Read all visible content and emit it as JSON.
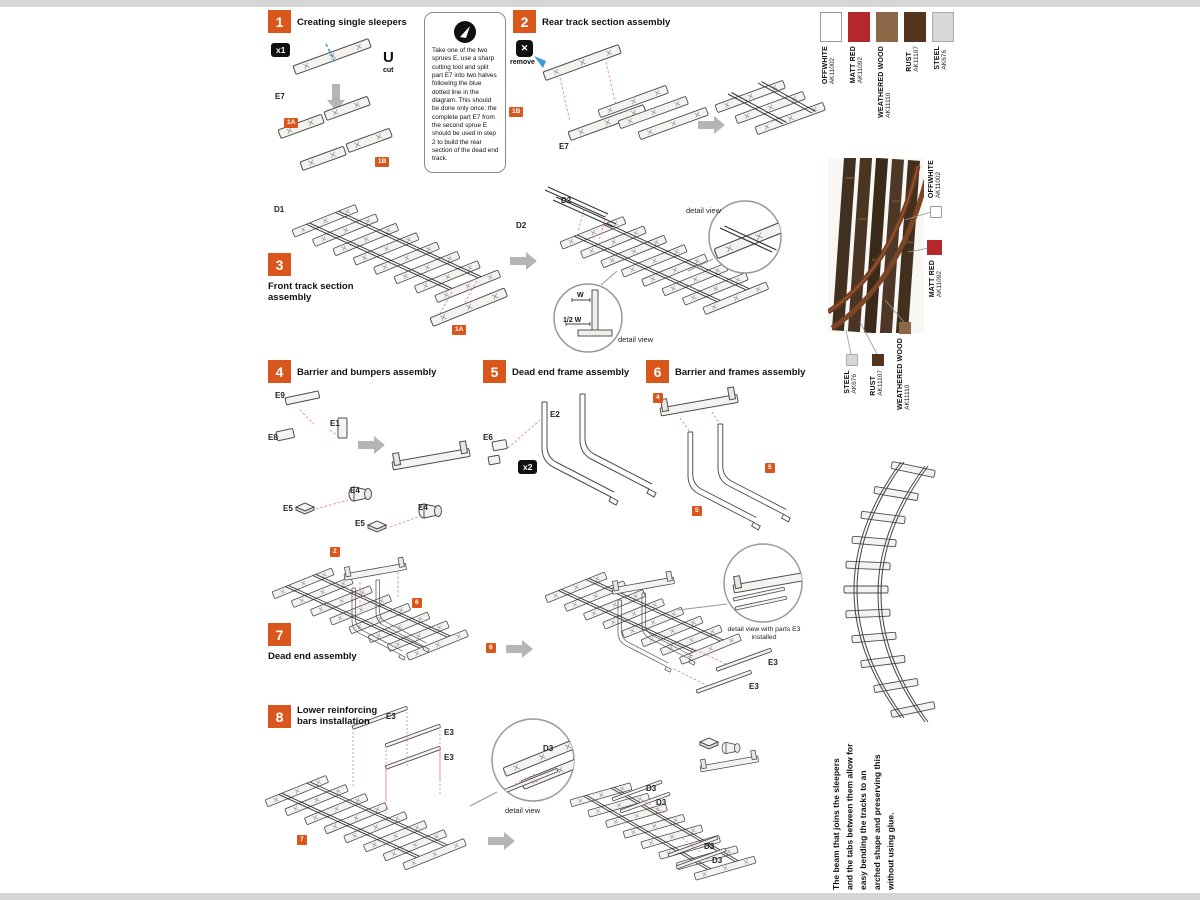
{
  "meta": {
    "accent": "#d9571d",
    "page_bg": "#ffffff"
  },
  "steps": [
    {
      "num": "1",
      "title": "Creating single sleepers"
    },
    {
      "num": "2",
      "title": "Rear track section assembly"
    },
    {
      "num": "3",
      "title": "Front track section assembly"
    },
    {
      "num": "4",
      "title": "Barrier and bumpers assembly"
    },
    {
      "num": "5",
      "title": "Dead end frame assembly"
    },
    {
      "num": "6",
      "title": "Barrier and frames assembly"
    },
    {
      "num": "7",
      "title": "Dead end assembly"
    },
    {
      "num": "8",
      "title": "Lower reinforcing bars installation"
    }
  ],
  "note_box": {
    "text": "Take one of the two sprues E, use a sharp cutting tool and split part E7 into two halves following the blue dotted line in the diagram. This should be done only once; the complete part E7 from the second sprue E should be used in step 2 to build the rear section of the dead end track."
  },
  "inline": {
    "x1": "x1",
    "x2": "x2",
    "cut_u": "U",
    "cut": "cut",
    "remove": "remove",
    "remove_x": "✕",
    "detail_view": "detail view",
    "detail_view_e3": "detail view with parts E3 installed",
    "w": "W",
    "half_w": "1/2 W"
  },
  "parts": {
    "E7": "E7",
    "D1": "D1",
    "D2": "D2",
    "E1": "E1",
    "E2": "E2",
    "E3": "E3",
    "E4": "E4",
    "E5": "E5",
    "E6": "E6",
    "E8": "E8",
    "E9": "E9",
    "D3": "D3"
  },
  "badges": {
    "b1a": "1A",
    "b1b": "1B",
    "b2_1b": "1B",
    "b3_1a": "1A",
    "b6_4": "4",
    "b6_5a": "5",
    "b6_5b": "5",
    "b7_2": "2",
    "b7_6a": "6",
    "b7_6b": "6",
    "b8_7": "7"
  },
  "paint_chart": [
    {
      "name": "OFFWHITE",
      "code": "AK11002",
      "hex": "#ffffff"
    },
    {
      "name": "MATT RED",
      "code": "AK11092",
      "hex": "#b4282c"
    },
    {
      "name": "WEATHERED WOOD",
      "code": "AK11110",
      "hex": "#8a6848"
    },
    {
      "name": "RUST",
      "code": "AK11107",
      "hex": "#55341e"
    },
    {
      "name": "STEEL",
      "code": "AK676",
      "hex": "#d7d7d5"
    }
  ],
  "bend_note": {
    "text": "The beam that joins the sleepers and the tabs between them allow for easy bending the tracks to an arched shape and preserving this without using glue."
  }
}
